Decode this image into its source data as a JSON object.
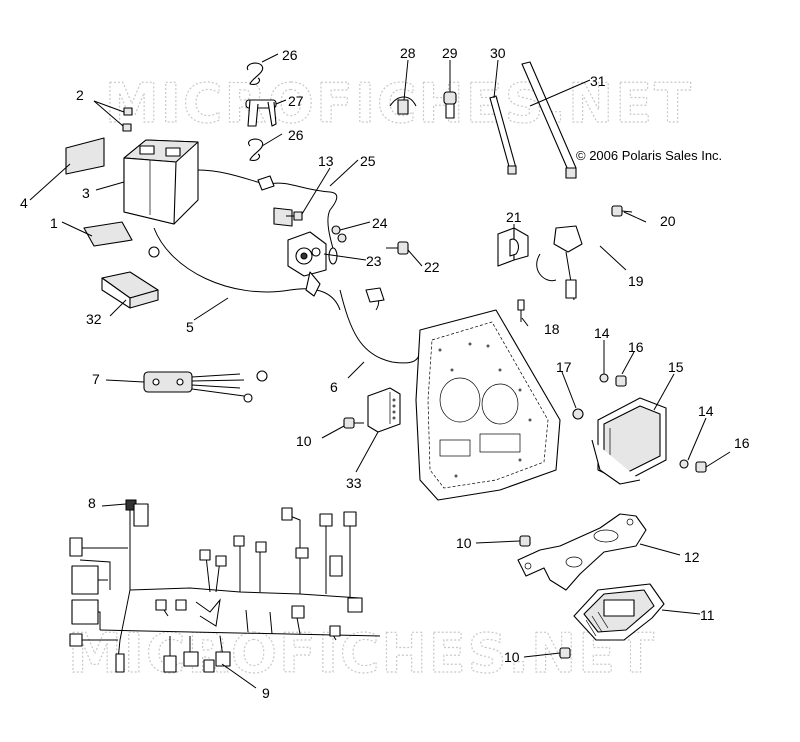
{
  "watermark": {
    "top": "MICROFICHES.NET",
    "bottom": "MICROFICHES.NET"
  },
  "copyright": "© 2006 Polaris Sales Inc.",
  "callouts": {
    "c1": "1",
    "c2": "2",
    "c3": "3",
    "c4": "4",
    "c5": "5",
    "c6": "6",
    "c7": "7",
    "c8": "8",
    "c9": "9",
    "c10a": "10",
    "c10b": "10",
    "c10c": "10",
    "c11": "11",
    "c12": "12",
    "c13": "13",
    "c14a": "14",
    "c14b": "14",
    "c15": "15",
    "c16a": "16",
    "c16b": "16",
    "c17": "17",
    "c18": "18",
    "c19": "19",
    "c20": "20",
    "c21": "21",
    "c22": "22",
    "c23": "23",
    "c24": "24",
    "c25": "25",
    "c26a": "26",
    "c26b": "26",
    "c27": "27",
    "c28": "28",
    "c29": "29",
    "c30": "30",
    "c31": "31",
    "c32": "32",
    "c33": "33"
  }
}
